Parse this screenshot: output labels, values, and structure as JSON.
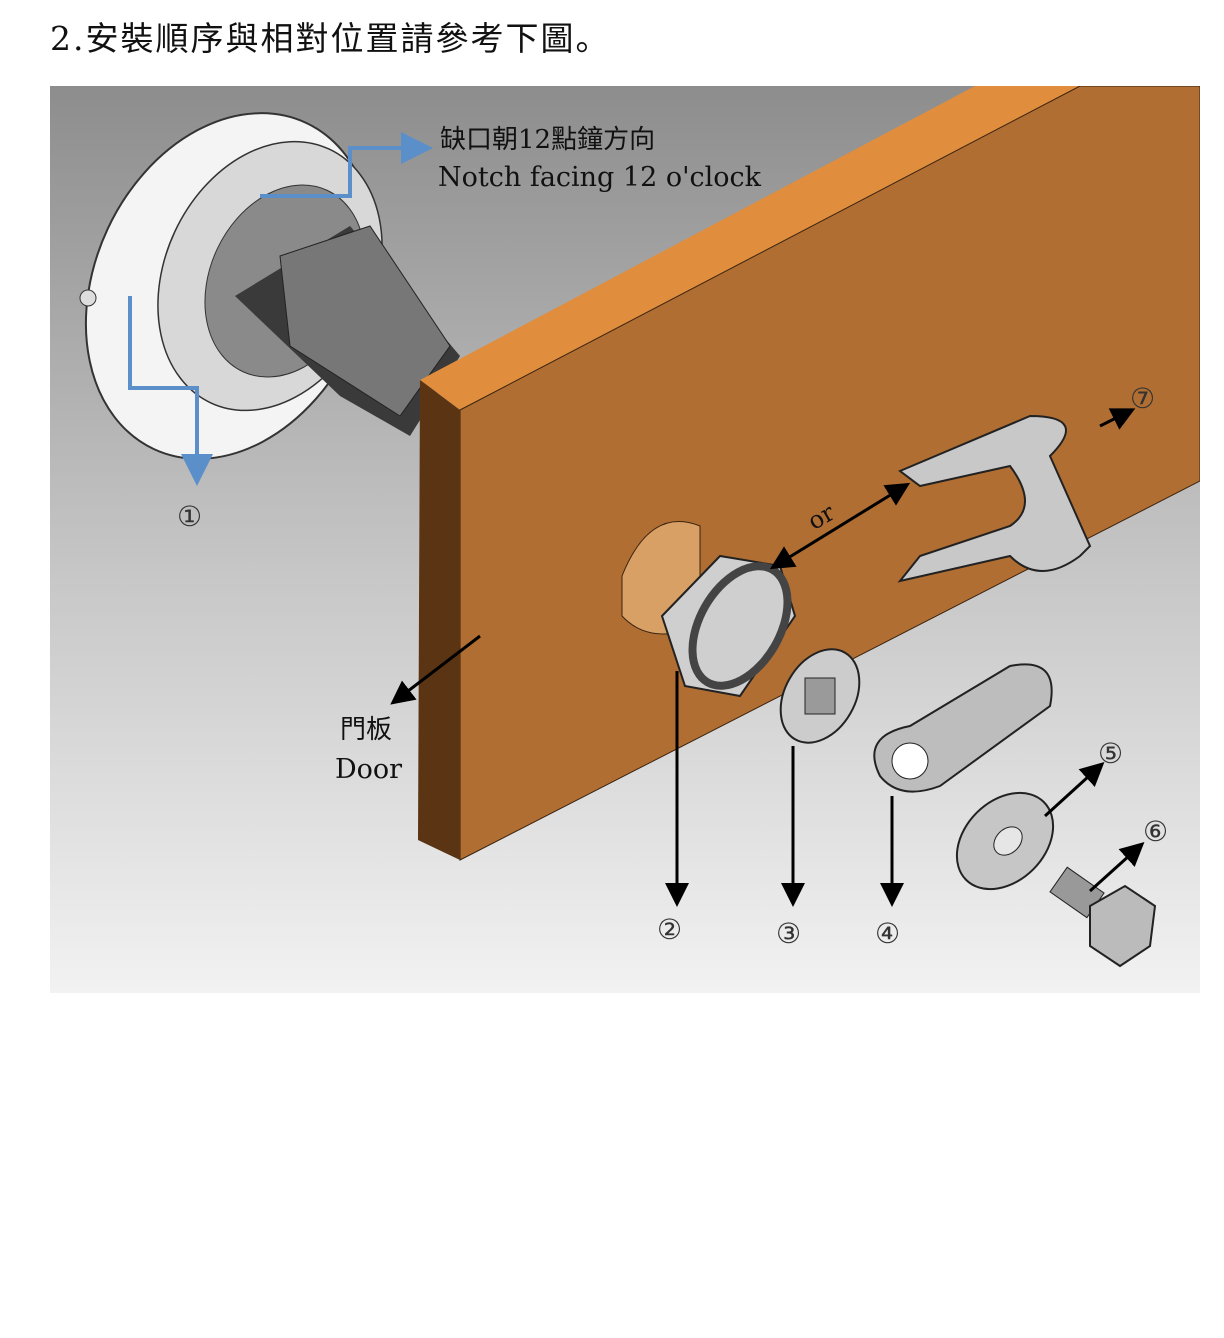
{
  "heading": "2.安裝順序與相對位置請參考下圖。",
  "figure": {
    "notch_label_zh": "缺口朝12點鐘方向",
    "notch_label_en": "Notch facing 12 o'clock",
    "door_label_zh": "門板",
    "door_label_en": "Door",
    "or_label": "or",
    "parts": [
      "①",
      "②",
      "③",
      "④",
      "⑤",
      "⑥",
      "⑦"
    ],
    "colors": {
      "door_front": "#b06e33",
      "door_top": "#e08e3e",
      "door_side": "#5a3413",
      "callout_blue": "#5a8fc9"
    }
  }
}
